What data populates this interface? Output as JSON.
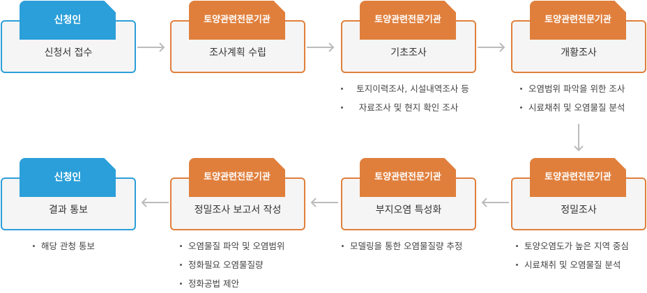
{
  "steps": [
    {
      "tab": "신청인",
      "label": "신청서 접수"
    },
    {
      "tab": "토양관련전문기관",
      "label": "조사계획 수립"
    },
    {
      "tab": "토양관련전문기관",
      "label": "기초조사"
    },
    {
      "tab": "토양관련전문기관",
      "label": "개황조사"
    },
    {
      "tab": "토양관련전문기관",
      "label": "정밀조사"
    },
    {
      "tab": "토양관련전문기관",
      "label": "부지오염 특성화"
    },
    {
      "tab": "토양관련전문기관",
      "label": "정밀조사 보고서 작성"
    },
    {
      "tab": "신청인",
      "label": "결과 통보"
    }
  ],
  "notes": {
    "basic": [
      "토지이력조사, 시설내역조사 등",
      "자료조사 및 현지 확인 조사"
    ],
    "overview": [
      "오염범위 파악을 위한 조사",
      "시료채취 및 오염물질 분석"
    ],
    "detailed": [
      "토양오염도가 높은 지역 중심",
      "시료채취 및 오염물질 분석"
    ],
    "characterization": [
      "모델링을 통한 오염물질량 추정"
    ],
    "report": [
      "오염물질 파악 및 오염범위",
      "정화필요 오염물질량",
      "정화공법 제안"
    ],
    "result": [
      "해당 관청 통보"
    ]
  },
  "colors": {
    "applicant": "#2b9fd9",
    "agency": "#e07f3c",
    "box_bg": "#f5f5f5",
    "arrow": "#bbbbbb"
  }
}
